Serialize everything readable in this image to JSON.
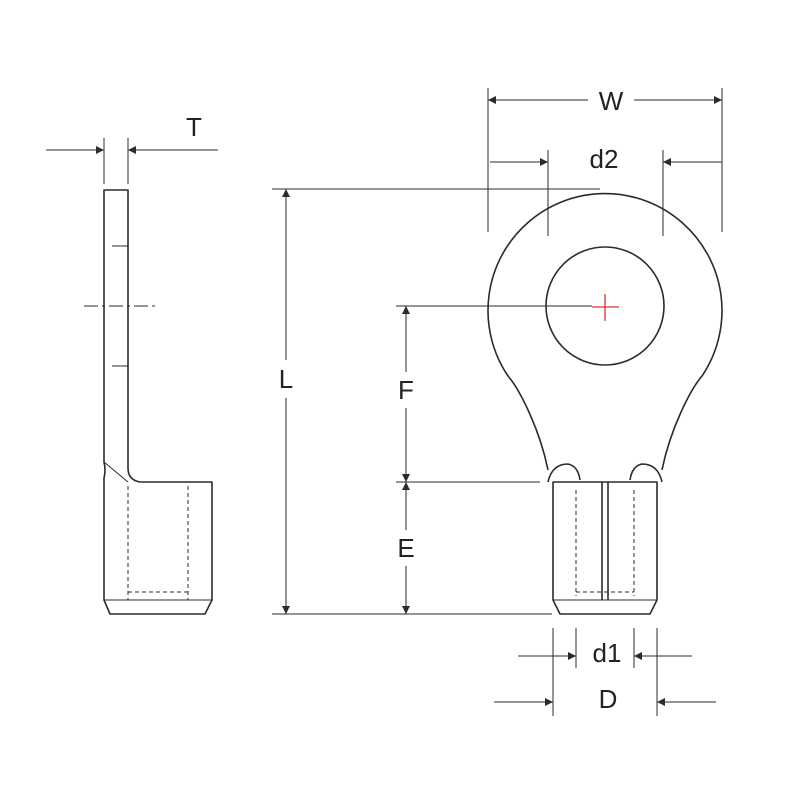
{
  "labels": {
    "T": "T",
    "W": "W",
    "d2": "d2",
    "L": "L",
    "F": "F",
    "E": "E",
    "d1": "d1",
    "D": "D"
  },
  "colors": {
    "line": "#2b2b2b",
    "center_mark": "#e0302f",
    "background": "#ffffff"
  }
}
